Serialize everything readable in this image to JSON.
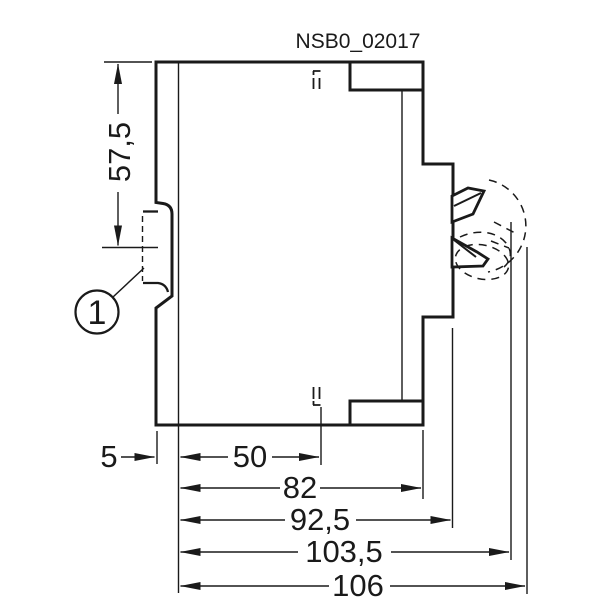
{
  "drawing": {
    "title": "NSB0_02017",
    "callout": {
      "label": "1"
    },
    "dimensions": {
      "height_top_to_rail_center": "57,5",
      "clip_offset": "5",
      "depth_front_section": "50",
      "depth_body": "82",
      "depth_handle_base": "92,5",
      "depth_handle": "103,5",
      "depth_total": "106"
    },
    "colors": {
      "line": "#1a1a1a",
      "background": "#ffffff"
    }
  }
}
